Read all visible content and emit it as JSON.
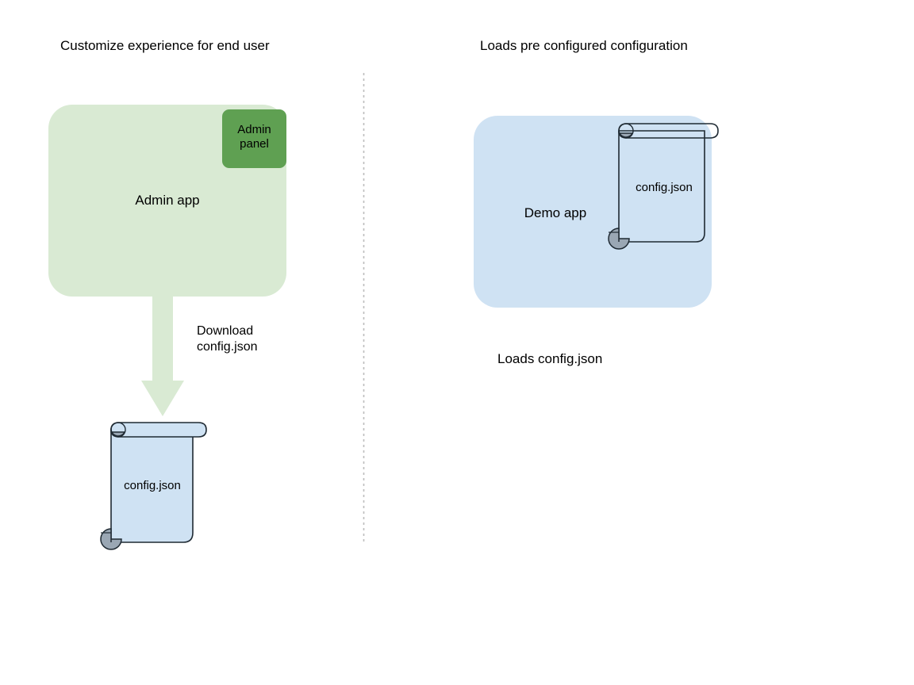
{
  "diagram": {
    "type": "flow-diagram",
    "background": "#ffffff",
    "columns": [
      {
        "id": "left",
        "title": "Customize experience for end user",
        "nodes": [
          {
            "id": "admin-app",
            "label": "Admin app",
            "shape": "rounded-rect",
            "fill": "#d9ead3"
          },
          {
            "id": "admin-panel",
            "label": "Admin panel",
            "shape": "rounded-rect",
            "fill": "#5fa052"
          },
          {
            "id": "config-doc-left",
            "label": "config.json",
            "shape": "scroll",
            "fill": "#cfe2f3"
          }
        ],
        "arrow": {
          "id": "download-arrow",
          "label": "Download config.json",
          "fill": "#d9ead3",
          "direction": "down"
        }
      },
      {
        "id": "right",
        "title": "Loads pre configured configuration",
        "nodes": [
          {
            "id": "demo-app",
            "label": "Demo app",
            "shape": "rounded-rect",
            "fill": "#cfe2f3"
          },
          {
            "id": "config-doc-right",
            "label": "config.json",
            "shape": "scroll",
            "fill": "none"
          }
        ],
        "caption": "Loads config.json"
      }
    ],
    "divider": {
      "id": "column-divider",
      "style": "dotted",
      "color": "#bdbdbd"
    },
    "colors": {
      "green_light": "#d9ead3",
      "green_dark": "#5fa052",
      "blue_light": "#cfe2f3",
      "outline": "#1f2a33",
      "curl_grey": "#9aa7b4",
      "divider": "#bdbdbd"
    }
  },
  "labels": {
    "title_left": "Customize experience for end user",
    "title_right": "Loads pre configured configuration",
    "admin_app": "Admin app",
    "admin_panel_line1": "Admin",
    "admin_panel_line2": "panel",
    "arrow_line1": "Download",
    "arrow_line2": "config.json",
    "config_left": "config.json",
    "demo_app": "Demo app",
    "config_right": "config.json",
    "loads_caption": "Loads config.json"
  }
}
